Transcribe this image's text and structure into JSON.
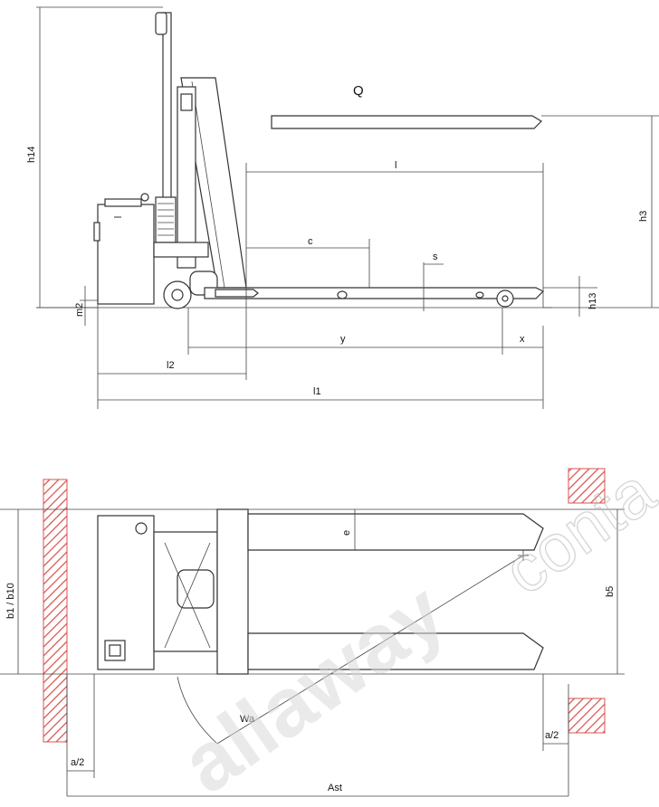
{
  "side_view": {
    "load_label": "Q",
    "dims": {
      "h14": "h14",
      "h3": "h3",
      "l": "l",
      "c": "c",
      "s": "s",
      "h13": "h13",
      "m2": "m2",
      "y": "y",
      "x": "x",
      "l2": "l2",
      "l1": "l1"
    }
  },
  "top_view": {
    "dims": {
      "b1_b10": "b1 / b10",
      "e": "e",
      "b5": "b5",
      "wa": "Wa",
      "a2_left": "a/2",
      "a2_right": "a/2",
      "ast": "Ast"
    }
  },
  "watermark": {
    "text": "allaway",
    "suffix": "conta"
  },
  "colors": {
    "hatch": "#d9534f",
    "line": "#333333",
    "watermark": "#cccccc"
  }
}
